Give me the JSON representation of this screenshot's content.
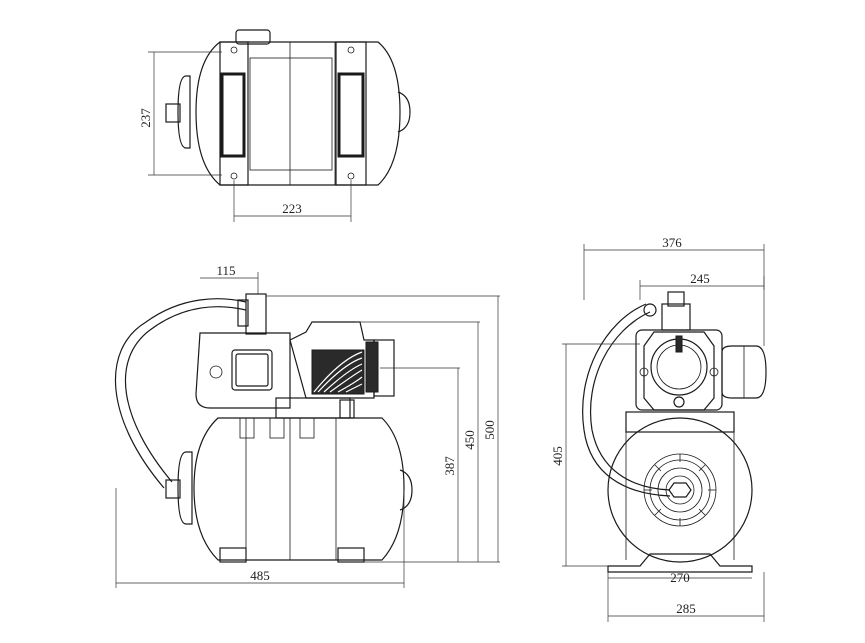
{
  "dimensions": {
    "top_height": "237",
    "top_width": "223",
    "side_hose_offset": "115",
    "side_total_width": "485",
    "side_height_387": "387",
    "side_height_450": "450",
    "side_height_500": "500",
    "front_width_376": "376",
    "front_width_245": "245",
    "front_height_405": "405",
    "front_base_270": "270",
    "front_base_285": "285"
  },
  "colors": {
    "line": "#1a1a1a",
    "background": "#ffffff"
  }
}
